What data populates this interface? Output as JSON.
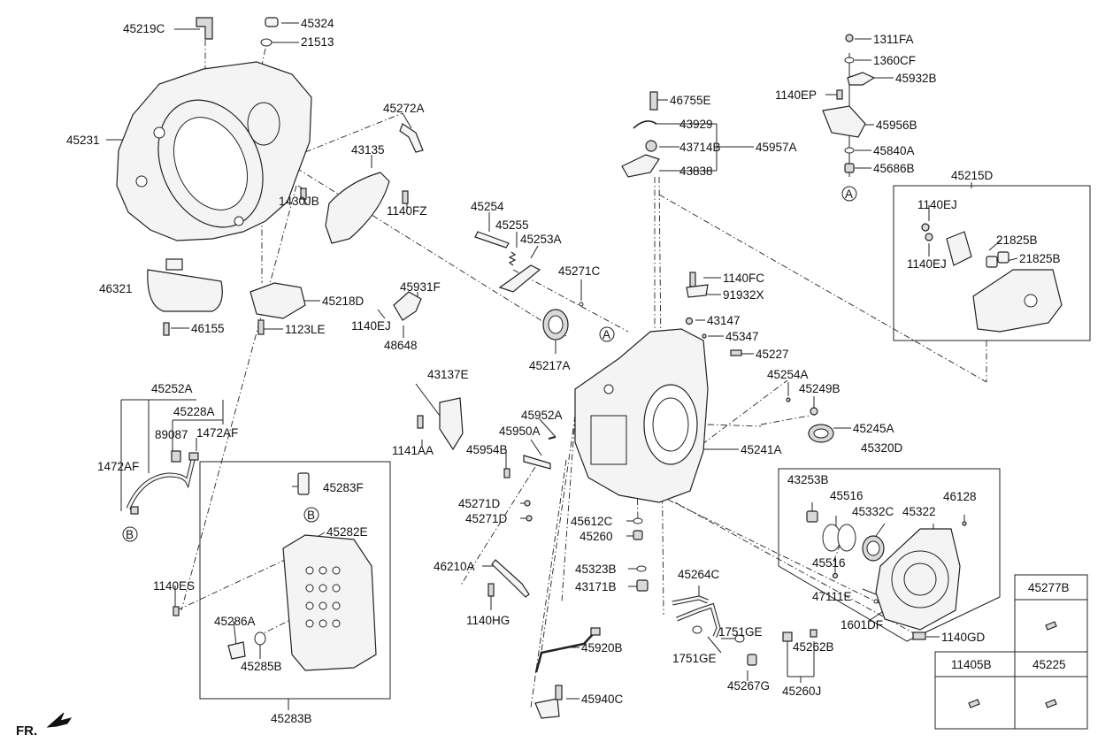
{
  "front_marker": "FR.",
  "ref_markers": {
    "a": "A",
    "b": "B"
  },
  "labels": {
    "p45219C": "45219C",
    "p45324": "45324",
    "p21513": "21513",
    "p45231": "45231",
    "p45272A": "45272A",
    "p43135": "43135",
    "p1430JB": "1430JB",
    "p1140FZ": "1140FZ",
    "p46321": "46321",
    "p46155": "46155",
    "p45218D": "45218D",
    "p1123LE": "1123LE",
    "p45931F": "45931F",
    "p1140EJ_a": "1140EJ",
    "p48648": "48648",
    "p45254": "45254",
    "p45255": "45255",
    "p45253A": "45253A",
    "p45271C": "45271C",
    "p45217A": "45217A",
    "p46755E": "46755E",
    "p43929": "43929",
    "p43714B": "43714B",
    "p43838": "43838",
    "p45957A": "45957A",
    "p1311FA": "1311FA",
    "p1360CF": "1360CF",
    "p1140EP": "1140EP",
    "p45932B": "45932B",
    "p45956B": "45956B",
    "p45840A": "45840A",
    "p45686B": "45686B",
    "p45215D": "45215D",
    "p1140EJ_b": "1140EJ",
    "p1140EJ_c": "1140EJ",
    "p21825B_a": "21825B",
    "p21825B_b": "21825B",
    "p1140FC": "1140FC",
    "p91932X": "91932X",
    "p43147": "43147",
    "p45347": "45347",
    "p45227": "45227",
    "p45252A": "45252A",
    "p45228A": "45228A",
    "p89087": "89087",
    "p1472AF_a": "1472AF",
    "p1472AF_b": "1472AF",
    "p43137E": "43137E",
    "p1141AA": "1141AA",
    "p45952A": "45952A",
    "p45950A": "45950A",
    "p45954B": "45954B",
    "p45241A": "45241A",
    "p45254A": "45254A",
    "p45249B": "45249B",
    "p45245A": "45245A",
    "p45320D": "45320D",
    "p45283F": "45283F",
    "p45282E": "45282E",
    "p1140ES": "1140ES",
    "p45286A": "45286A",
    "p45285B": "45285B",
    "p45283B": "45283B",
    "p45271D_a": "45271D",
    "p45271D_b": "45271D",
    "p45612C": "45612C",
    "p45260": "45260",
    "p46210A": "46210A",
    "p1140HG": "1140HG",
    "p45323B": "45323B",
    "p43171B": "43171B",
    "p45264C": "45264C",
    "p1751GE_a": "1751GE",
    "p1751GE_b": "1751GE",
    "p45267G": "45267G",
    "p45920B": "45920B",
    "p45940C": "45940C",
    "p43253B": "43253B",
    "p45516_a": "45516",
    "p45516_b": "45516",
    "p45332C": "45332C",
    "p45322": "45322",
    "p46128": "46128",
    "p47111E": "47111E",
    "p1601DF": "1601DF",
    "p45262B": "45262B",
    "p45260J": "45260J",
    "p1140GD": "1140GD",
    "p45277B": "45277B",
    "p11405B": "11405B",
    "p45225": "45225"
  }
}
